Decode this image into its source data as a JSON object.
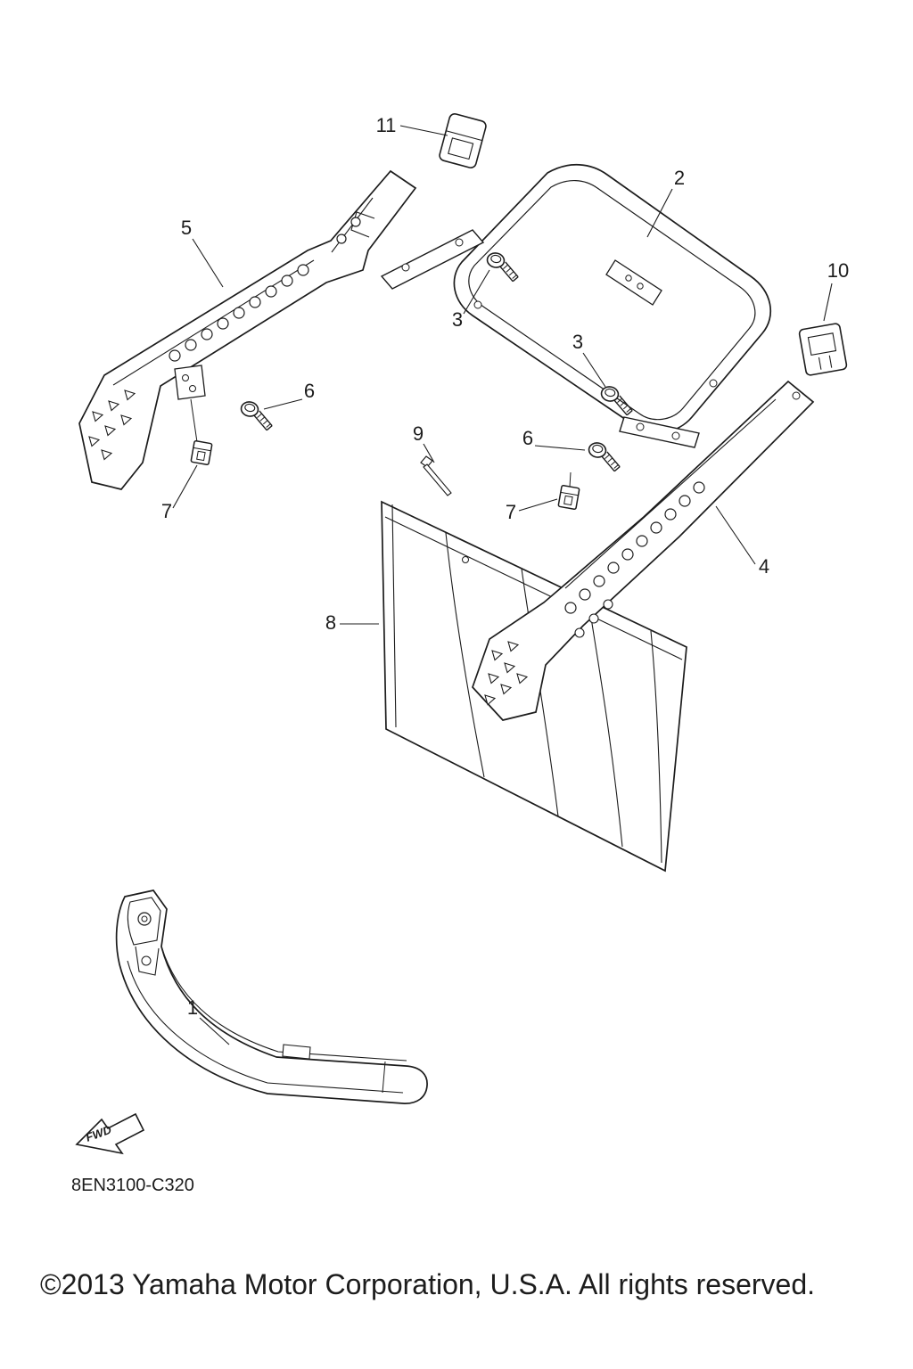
{
  "diagram": {
    "part_code": "8EN3100-C320",
    "fwd_label": "FWD",
    "copyright": "©2013 Yamaha Motor Corporation, U.S.A. All rights reserved.",
    "line_color": "#1c1c1c",
    "background": "#ffffff",
    "callouts": {
      "c1": "1",
      "c2": "2",
      "c3a": "3",
      "c3b": "3",
      "c4": "4",
      "c5": "5",
      "c6a": "6",
      "c6b": "6",
      "c7a": "7",
      "c7b": "7",
      "c8": "8",
      "c9": "9",
      "c10": "10",
      "c11": "11"
    }
  }
}
